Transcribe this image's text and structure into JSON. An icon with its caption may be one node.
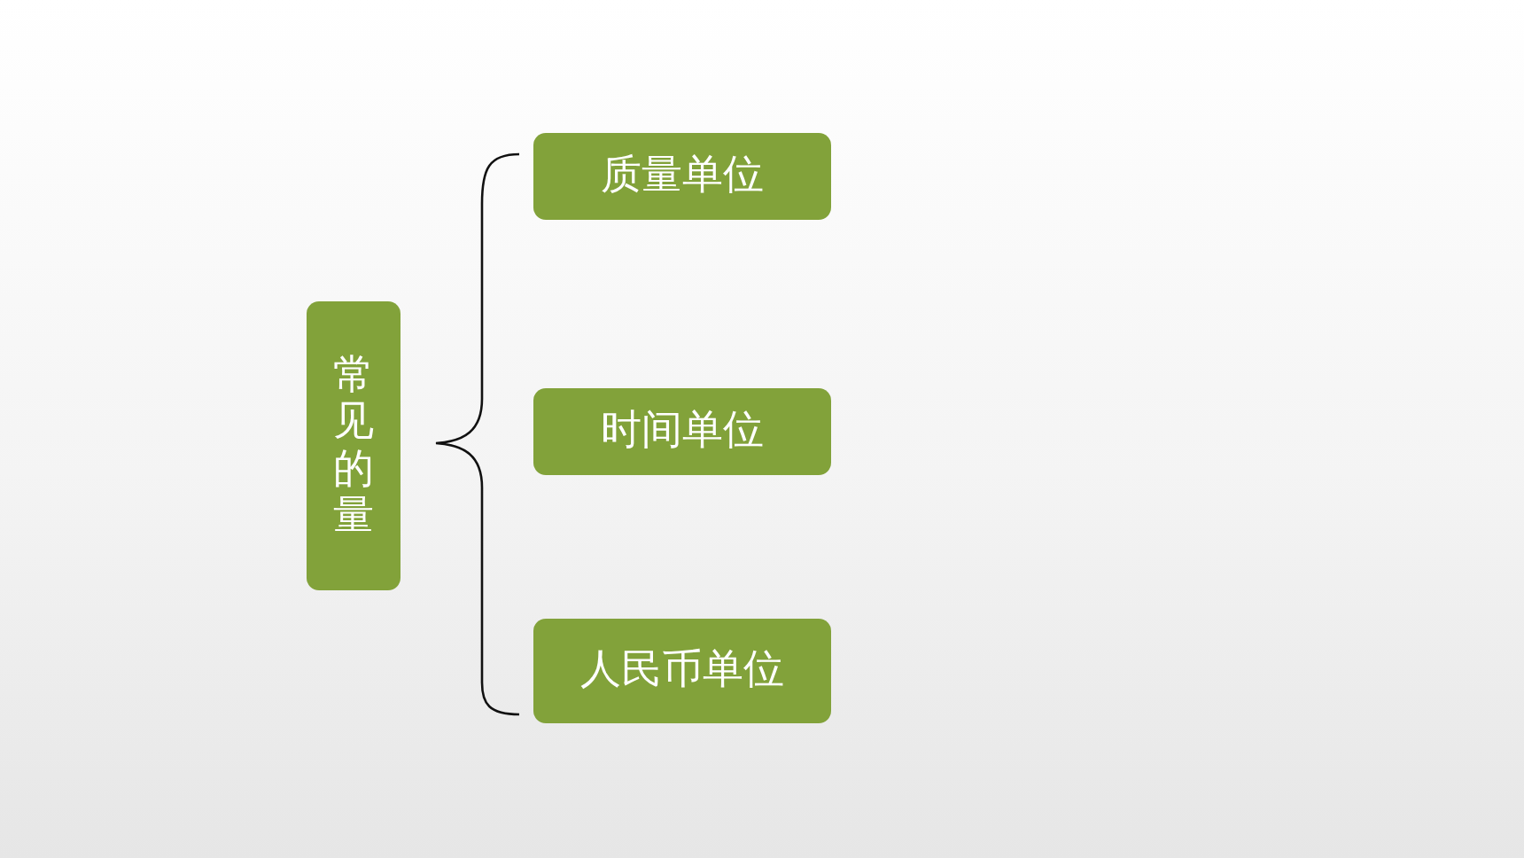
{
  "diagram": {
    "nodes": [
      {
        "text": [
          "常见的量"
        ]
      },
      {
        "text": [
          "质量单位"
        ]
      },
      {
        "text": [
          "时间单位"
        ]
      },
      {
        "text": [
          "人民币单位"
        ]
      }
    ]
  }
}
